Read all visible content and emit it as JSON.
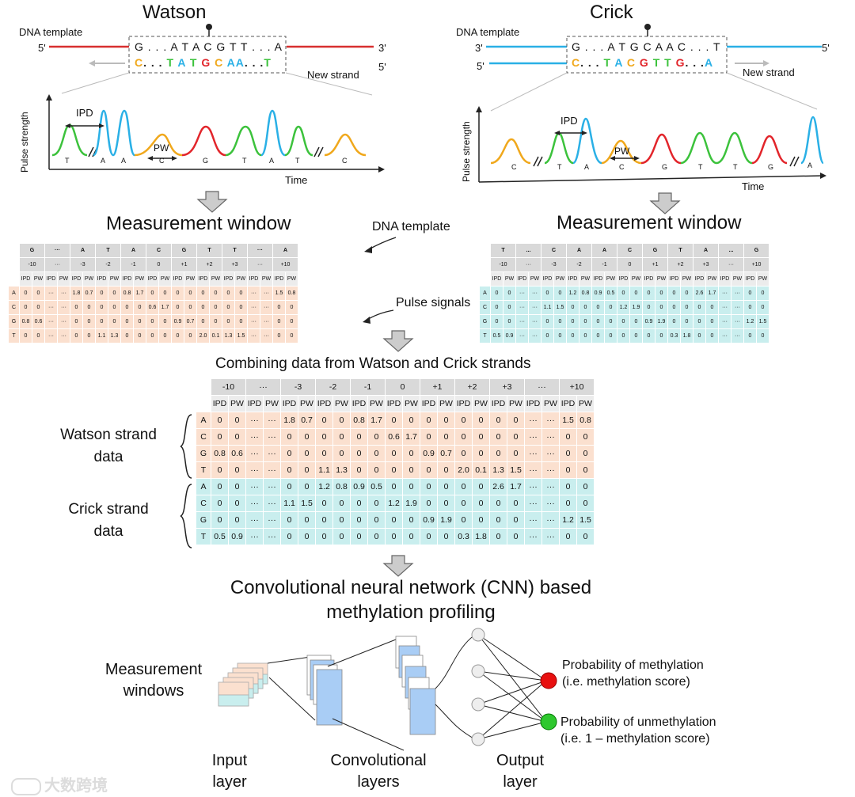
{
  "watson": {
    "title": "Watson",
    "dna_template": "DNA template",
    "end5": "5'",
    "end3": "3'",
    "end5b": "5'",
    "top_seq": "G . . . A T A C G T T . . . A",
    "bottom_seq": [
      "C",
      ". . .",
      "T",
      "A",
      "T",
      "G",
      "C",
      "A",
      "A",
      ". . .",
      "T"
    ],
    "new_strand": "New strand",
    "ylabel": "Pulse strength",
    "xlabel": "Time",
    "ipd": "IPD",
    "pw": "PW",
    "peaks": [
      "T",
      "A",
      "A",
      "C",
      "G",
      "T",
      "A",
      "T",
      "C"
    ]
  },
  "crick": {
    "title": "Crick",
    "dna_template": "DNA template",
    "end3": "3'",
    "end5": "5'",
    "end5b": "5'",
    "top_seq": "G . . . A T G C A A C . . . T",
    "bottom_seq": [
      "C",
      ". . .",
      "T",
      "A",
      "C",
      "G",
      "T",
      "T",
      "G",
      ". . .",
      "A"
    ],
    "new_strand": "New strand",
    "ylabel": "Pulse strength",
    "xlabel": "Time",
    "ipd": "IPD",
    "pw": "PW",
    "peaks": [
      "C",
      "T",
      "A",
      "C",
      "G",
      "T",
      "T",
      "G",
      "A"
    ]
  },
  "measurement_window_left": "Measurement window",
  "measurement_window_right": "Measurement window",
  "dna_template_annot": "DNA template",
  "pulse_signals_annot": "Pulse signals",
  "watson_table": {
    "bases": [
      "G",
      "···",
      "A",
      "T",
      "A",
      "C",
      "G",
      "T",
      "T",
      "···",
      "A"
    ],
    "positions": [
      "-10",
      "···",
      "-3",
      "-2",
      "-1",
      "0",
      "+1",
      "+2",
      "+3",
      "···",
      "+10"
    ],
    "rows": [
      {
        "base": "A",
        "vals": [
          "0",
          "0",
          "···",
          "···",
          "1.8",
          "0.7",
          "0",
          "0",
          "0.8",
          "1.7",
          "0",
          "0",
          "0",
          "0",
          "0",
          "0",
          "0",
          "0",
          "···",
          "···",
          "1.5",
          "0.8"
        ]
      },
      {
        "base": "C",
        "vals": [
          "0",
          "0",
          "···",
          "···",
          "0",
          "0",
          "0",
          "0",
          "0",
          "0",
          "0.6",
          "1.7",
          "0",
          "0",
          "0",
          "0",
          "0",
          "0",
          "···",
          "···",
          "0",
          "0"
        ]
      },
      {
        "base": "G",
        "vals": [
          "0.8",
          "0.6",
          "···",
          "···",
          "0",
          "0",
          "0",
          "0",
          "0",
          "0",
          "0",
          "0",
          "0.9",
          "0.7",
          "0",
          "0",
          "0",
          "0",
          "···",
          "···",
          "0",
          "0"
        ]
      },
      {
        "base": "T",
        "vals": [
          "0",
          "0",
          "···",
          "···",
          "0",
          "0",
          "1.1",
          "1.3",
          "0",
          "0",
          "0",
          "0",
          "0",
          "0",
          "2.0",
          "0.1",
          "1.3",
          "1.5",
          "···",
          "···",
          "0",
          "0"
        ]
      }
    ]
  },
  "crick_table": {
    "bases": [
      "T",
      "...",
      "C",
      "A",
      "A",
      "C",
      "G",
      "T",
      "A",
      "...",
      "G"
    ],
    "positions": [
      "-10",
      "···",
      "-3",
      "-2",
      "-1",
      "0",
      "+1",
      "+2",
      "+3",
      "···",
      "+10"
    ],
    "rows": [
      {
        "base": "A",
        "vals": [
          "0",
          "0",
          "···",
          "···",
          "0",
          "0",
          "1.2",
          "0.8",
          "0.9",
          "0.5",
          "0",
          "0",
          "0",
          "0",
          "0",
          "0",
          "2.6",
          "1.7",
          "···",
          "···",
          "0",
          "0"
        ]
      },
      {
        "base": "C",
        "vals": [
          "0",
          "0",
          "···",
          "···",
          "1.1",
          "1.5",
          "0",
          "0",
          "0",
          "0",
          "1.2",
          "1.9",
          "0",
          "0",
          "0",
          "0",
          "0",
          "0",
          "···",
          "···",
          "0",
          "0"
        ]
      },
      {
        "base": "G",
        "vals": [
          "0",
          "0",
          "···",
          "···",
          "0",
          "0",
          "0",
          "0",
          "0",
          "0",
          "0",
          "0",
          "0.9",
          "1.9",
          "0",
          "0",
          "0",
          "0",
          "···",
          "···",
          "1.2",
          "1.5"
        ]
      },
      {
        "base": "T",
        "vals": [
          "0.5",
          "0.9",
          "···",
          "···",
          "0",
          "0",
          "0",
          "0",
          "0",
          "0",
          "0",
          "0",
          "0",
          "0",
          "0.3",
          "1.8",
          "0",
          "0",
          "···",
          "···",
          "0",
          "0"
        ]
      }
    ]
  },
  "combining_title": "Combining data from Watson and Crick strands",
  "watson_strand_data": [
    "Watson strand",
    "data"
  ],
  "crick_strand_data": [
    "Crick strand",
    "data"
  ],
  "ipd_label": "IPD",
  "pw_label": "PW",
  "cnn_title": [
    "Convolutional neural network (CNN) based",
    "methylation profiling"
  ],
  "measurement_windows": [
    "Measurement",
    "windows"
  ],
  "input_layer": [
    "Input",
    "layer"
  ],
  "conv_layers": [
    "Convolutional",
    "layers"
  ],
  "output_layer": [
    "Output",
    "layer"
  ],
  "prob_meth": [
    "Probability of methylation",
    "(i.e. methylation score)"
  ],
  "prob_unmeth": [
    "Probability of unmethylation",
    "(i.e. 1 – methylation score)"
  ],
  "watermark": "大数跨境",
  "colors": {
    "A": "#2ab0e6",
    "C": "#f0a81c",
    "G": "#e2252b",
    "T": "#3cc23c",
    "watson_bg": "#fbe0cf",
    "crick_bg": "#c9eeee",
    "red_node": "#e81010",
    "green_node": "#2ec82e"
  }
}
